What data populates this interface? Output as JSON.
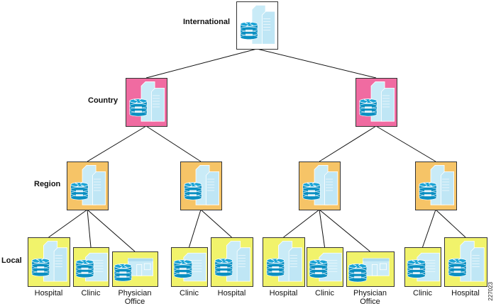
{
  "levels": {
    "international": "International",
    "country": "Country",
    "region": "Region",
    "local": "Local"
  },
  "colors": {
    "international": "#ffffff",
    "country": "#f06ba1",
    "region": "#f6c467",
    "local": "#f1f36b",
    "building": "#c9ebf7",
    "router": "#0a8fc2",
    "line": "#111111"
  },
  "nodes": [
    {
      "id": "intl",
      "level": "international",
      "icon": "building-router-icon",
      "label": ""
    },
    {
      "id": "c1",
      "level": "country",
      "icon": "building-router-icon",
      "label": ""
    },
    {
      "id": "c2",
      "level": "country",
      "icon": "building-router-icon",
      "label": ""
    },
    {
      "id": "r1",
      "level": "region",
      "icon": "building-router-icon",
      "label": ""
    },
    {
      "id": "r2",
      "level": "region",
      "icon": "building-router-icon",
      "label": ""
    },
    {
      "id": "r3",
      "level": "region",
      "icon": "building-router-icon",
      "label": ""
    },
    {
      "id": "r4",
      "level": "region",
      "icon": "building-router-icon",
      "label": ""
    },
    {
      "id": "l1",
      "level": "local",
      "icon": "hospital-icon",
      "label": "Hospital"
    },
    {
      "id": "l2",
      "level": "local",
      "icon": "clinic-icon",
      "label": "Clinic"
    },
    {
      "id": "l3",
      "level": "local",
      "icon": "physician-office-icon",
      "label": "Physician\nOffice"
    },
    {
      "id": "l4",
      "level": "local",
      "icon": "clinic-icon",
      "label": "Clinic"
    },
    {
      "id": "l5",
      "level": "local",
      "icon": "hospital-icon",
      "label": "Hospital"
    },
    {
      "id": "l6",
      "level": "local",
      "icon": "hospital-icon",
      "label": "Hospital"
    },
    {
      "id": "l7",
      "level": "local",
      "icon": "clinic-icon",
      "label": "Clinic"
    },
    {
      "id": "l8",
      "level": "local",
      "icon": "physician-office-icon",
      "label": "Physician\nOffice"
    },
    {
      "id": "l9",
      "level": "local",
      "icon": "clinic-icon",
      "label": "Clinic"
    },
    {
      "id": "l10",
      "level": "local",
      "icon": "hospital-icon",
      "label": "Hospital"
    }
  ],
  "edges": [
    [
      "intl",
      "c1"
    ],
    [
      "intl",
      "c2"
    ],
    [
      "c1",
      "r1"
    ],
    [
      "c1",
      "r2"
    ],
    [
      "c2",
      "r3"
    ],
    [
      "c2",
      "r4"
    ],
    [
      "r1",
      "l1"
    ],
    [
      "r1",
      "l2"
    ],
    [
      "r1",
      "l3"
    ],
    [
      "r2",
      "l4"
    ],
    [
      "r2",
      "l5"
    ],
    [
      "r3",
      "l6"
    ],
    [
      "r3",
      "l7"
    ],
    [
      "r3",
      "l8"
    ],
    [
      "r4",
      "l9"
    ],
    [
      "r4",
      "l10"
    ]
  ],
  "figure_id": "227023"
}
